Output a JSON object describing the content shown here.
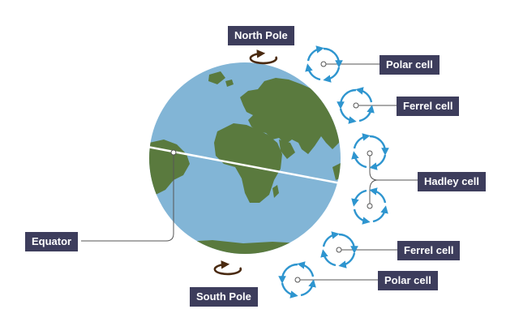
{
  "labels": {
    "north_pole": "North Pole",
    "south_pole": "South Pole",
    "equator": "Equator",
    "polar_cell_north": "Polar cell",
    "ferrel_cell_north": "Ferrel cell",
    "hadley_cell": "Hadley cell",
    "ferrel_cell_south": "Ferrel cell",
    "polar_cell_south": "Polar cell"
  },
  "colors": {
    "ocean": "#82b5d6",
    "land": "#5a7a3e",
    "label_bg": "#3d3d5c",
    "cell_arrows": "#2e95cf",
    "rotation_arrow": "#4a2a10",
    "leader_line": "#555555"
  },
  "icons": [
    "rotation-arrow-icon",
    "circulation-cell-icon"
  ]
}
